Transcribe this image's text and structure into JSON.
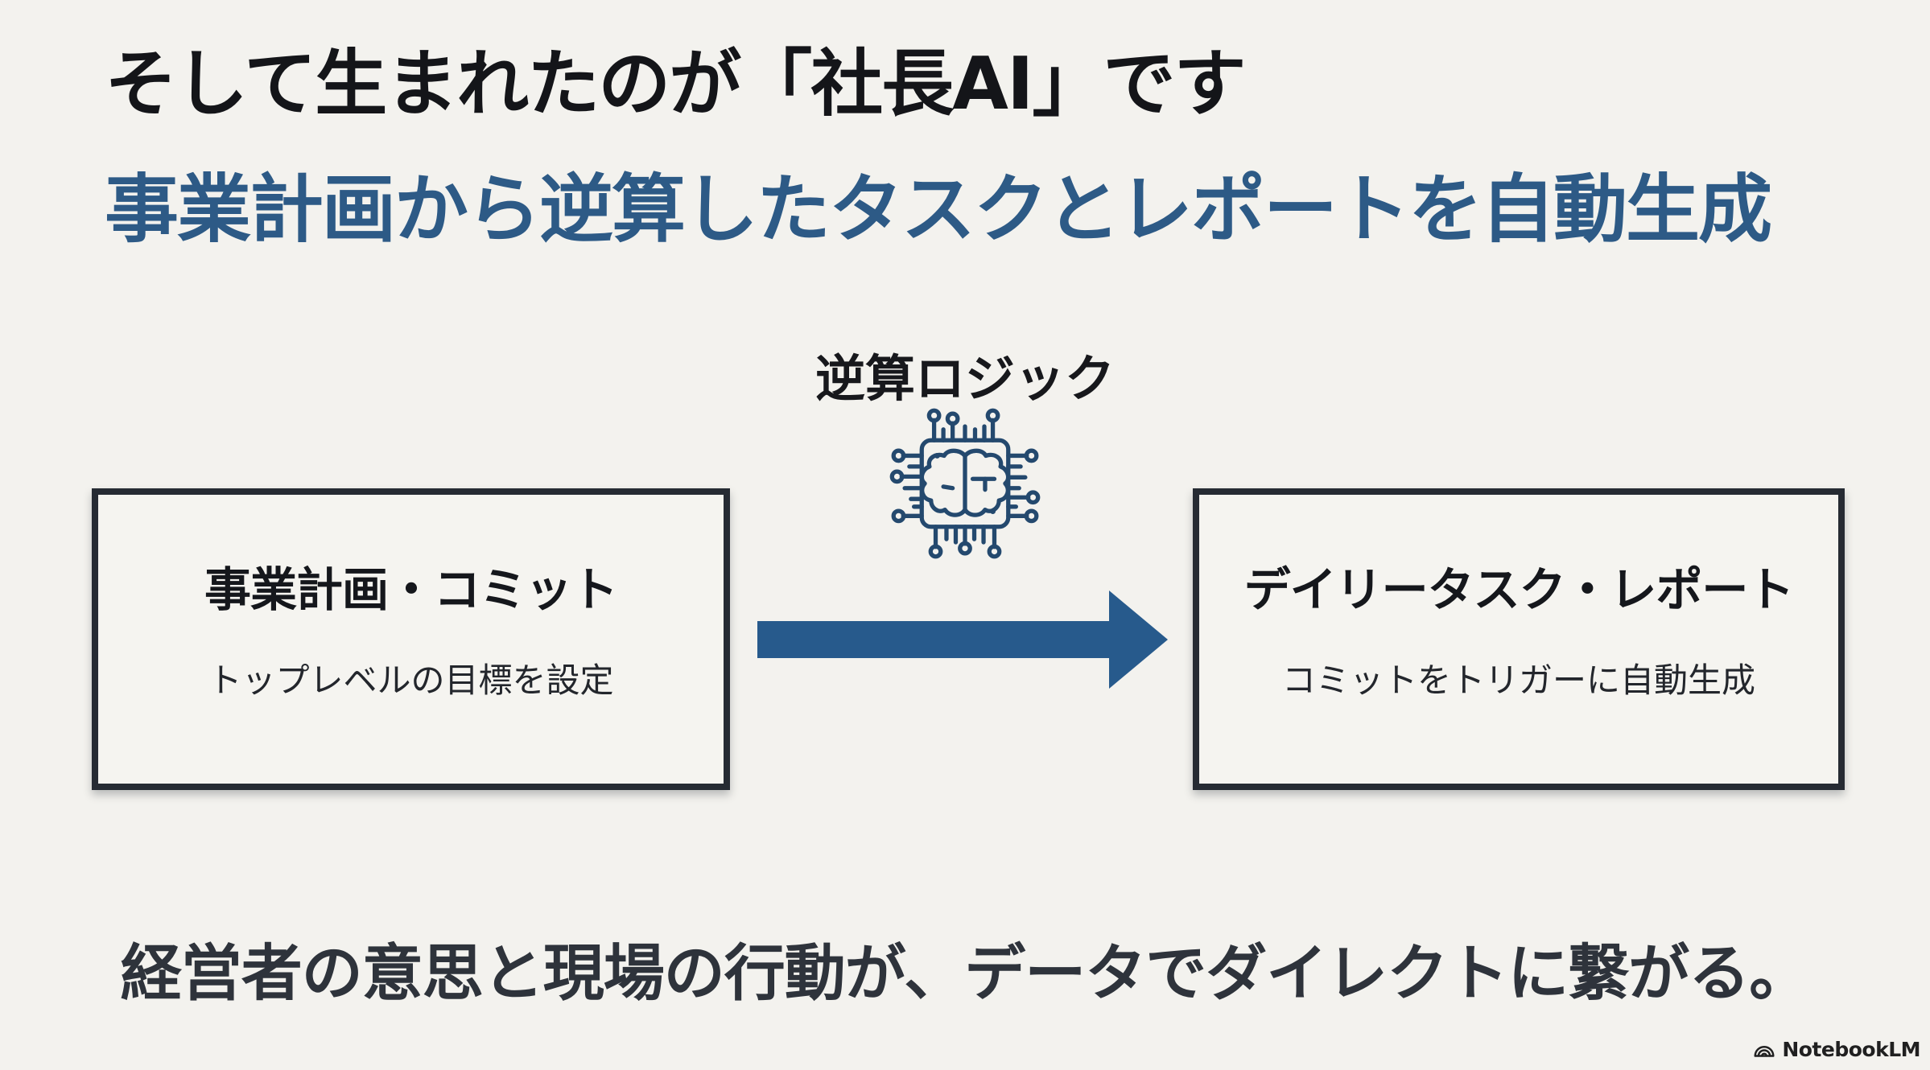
{
  "slide": {
    "background_color": "#f3f2ee",
    "title": "そして生まれたのが「社長AI」です",
    "title_color": "#141519",
    "subtitle": "事業計画から逆算したタスクとレポートを自動生成",
    "subtitle_color": "#2d5a86"
  },
  "diagram": {
    "logic_label": "逆算ロジック",
    "icon_name": "brain-chip-icon",
    "icon_color": "#24496e",
    "arrow_color": "#275a8c",
    "box_border_color": "#262b33",
    "box_background_color": "#f5f4f0",
    "left_box": {
      "title": "事業計画・コミット",
      "subtitle": "トップレベルの目標を設定"
    },
    "right_box": {
      "title": "デイリータスク・レポート",
      "subtitle": "コミットをトリガーに自動生成"
    }
  },
  "footer": {
    "message": "経営者の意思と現場の行動が、データでダイレクトに繋がる。",
    "message_color": "#2e333b",
    "watermark": {
      "icon_name": "notebooklm-logo-icon",
      "label": "NotebookLM"
    }
  }
}
